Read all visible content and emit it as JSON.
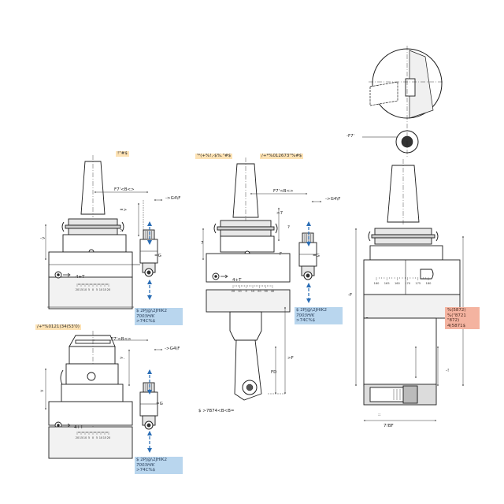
{
  "colors": {
    "line": "#1c1c1c",
    "body_fill": "#f2f2f2",
    "dark_fill": "#dcdcdc",
    "axis_blue": "#2a6db5",
    "tag_yellow": "#fde2b4",
    "tag_blue": "#b9d6ee",
    "tag_red": "#f4b3a0"
  },
  "views": {
    "top_left": {
      "title": "!\"#$",
      "dim_offset": "F7'<B<>",
      "dim_height": "->G4\\F",
      "dim_small": "=>",
      "dim_side": ">",
      "dim_left": "->",
      "mark_g": "=G",
      "wrench": "4+T",
      "scale": [
        "20",
        "15",
        "10",
        "5",
        "0",
        "5",
        "10",
        "15",
        "20"
      ],
      "tag_lines": [
        "$ 2PJ@\\2JHIK2",
        "7003HIK",
        ">74C%$"
      ]
    },
    "top_middle": {
      "title_a": "'*(+%!,-$%.\"#$",
      "title_b": "/+*%012673\"%#$",
      "dim_offset": "F7'<B<>",
      "dim_height": "->G4\\F",
      "dim_small": ">7",
      "dim_small2": "?",
      "dim_left": "7",
      "dim_f": "F",
      "mark_g": "=G",
      "wrench": "4+T",
      "scale": [
        "20",
        "10",
        "0",
        "10",
        "20",
        "30",
        "40"
      ],
      "tag_lines": [
        "$ 2PJ@\\2JHIK2",
        "7003HIK",
        ">74C%$"
      ],
      "dim_fd": "FD",
      "dim_arm": ">F",
      "bottom_label": "$ >7B74<B<B="
    },
    "bottom_left": {
      "title": "/+*%0121)34(53'0)",
      "dim_offset": "F7'<B<>",
      "dim_height": "->G4\\F",
      "dim_small": ">.",
      "dim_left": ">",
      "mark_g": "=G",
      "wrench": "4+T",
      "scale": [
        "20",
        "15",
        "10",
        "5",
        "0",
        "5",
        "10",
        "15",
        "20"
      ],
      "tag_lines": [
        "$ 2PJ@\\2JHIK2",
        "7003HIK",
        ">74C%$"
      ]
    },
    "right": {
      "dim_top": "-F7'",
      "dim_side": "-F",
      "scale": [
        "160",
        "165",
        "160",
        "170",
        "175",
        "180"
      ],
      "tag_lines": [
        "%(5872)",
        "%(\"8721",
        "\"872)",
        "4(5871$"
      ],
      "dim_a": "-!",
      "dim_b": "::",
      "dim_bottom": "7!BF"
    }
  }
}
